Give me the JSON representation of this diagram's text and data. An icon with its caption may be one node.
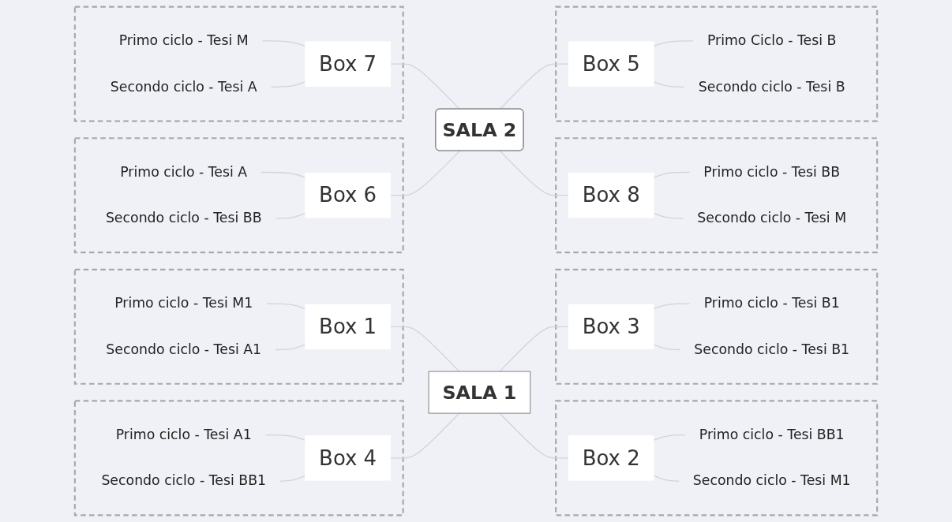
{
  "diagram": {
    "nodes": [
      {
        "text": [
          "SALA 1"
        ]
      },
      {
        "text": [],
        "shape": "box"
      },
      {
        "text": [
          "Box 1"
        ],
        "in": 1
      },
      {
        "text": [
          "Primo ciclo - Tesi M1"
        ],
        "in": 1
      },
      {
        "text": [
          "Secondo ciclo - Tesi A1"
        ],
        "in": 1
      },
      {
        "text": [],
        "shape": "box"
      },
      {
        "text": [
          "Box 2"
        ],
        "in": 5
      },
      {
        "text": [
          "Primo ciclo - Tesi BB1"
        ],
        "in": 5
      },
      {
        "text": [
          "Secondo ciclo - Tesi M1"
        ],
        "in": 5
      },
      {
        "text": [],
        "shape": "box"
      },
      {
        "text": [
          "Box 4"
        ],
        "in": 9
      },
      {
        "text": [
          "Primo ciclo - Tesi A1"
        ],
        "in": 9
      },
      {
        "text": [
          "Secondo ciclo - Tesi BB1"
        ],
        "in": 9
      },
      {
        "text": [],
        "shape": "box"
      },
      {
        "text": [
          "Box 3"
        ],
        "in": 13
      },
      {
        "text": [
          "Primo ciclo - Tesi B1"
        ],
        "in": 13
      },
      {
        "text": [
          "Secondo ciclo - Tesi B1"
        ],
        "in": 13
      },
      {
        "text": [
          "SALA 2"
        ]
      },
      {
        "text": [],
        "shape": "box"
      },
      {
        "text": [
          "Box 7"
        ],
        "in": 18
      },
      {
        "text": [
          "Primo ciclo - Tesi M"
        ],
        "in": 18
      },
      {
        "text": [
          "Secondo ciclo - Tesi A"
        ],
        "in": 18
      },
      {
        "text": [],
        "shape": "box"
      },
      {
        "text": [
          "Box 8"
        ],
        "in": 22
      },
      {
        "text": [
          "Primo ciclo - Tesi BB"
        ],
        "in": 22
      },
      {
        "text": [
          "Secondo ciclo - Tesi M"
        ],
        "in": 22
      },
      {
        "text": [],
        "shape": "box"
      },
      {
        "text": [
          "Box 6"
        ],
        "in": 26
      },
      {
        "text": [
          "Primo ciclo - Tesi A"
        ],
        "in": 26
      },
      {
        "text": [
          "Secondo ciclo - Tesi BB"
        ],
        "in": 26
      },
      {
        "text": [],
        "shape": "box"
      },
      {
        "text": [
          "Box 5"
        ],
        "in": 30
      },
      {
        "text": [
          "Primo Ciclo - Tesi B"
        ],
        "in": 30
      },
      {
        "text": [
          "Secondo ciclo - Tesi B"
        ],
        "in": 30
      }
    ],
    "edges": [
      {
        "from": 3,
        "to": 2,
        "arrow": "none"
      },
      {
        "from": 4,
        "to": 2,
        "arrow": "none"
      },
      {
        "from": 2,
        "to": 0,
        "arrow": "none"
      },
      {
        "from": 0,
        "to": 6,
        "arrow": "none"
      },
      {
        "from": 6,
        "to": 7,
        "arrow": "none"
      },
      {
        "from": 6,
        "to": 8,
        "arrow": "none"
      },
      {
        "from": 11,
        "to": 10,
        "arrow": "none"
      },
      {
        "from": 12,
        "to": 10,
        "arrow": "none"
      },
      {
        "from": 10,
        "to": 0,
        "arrow": "none"
      },
      {
        "from": 0,
        "to": 14,
        "arrow": "none"
      },
      {
        "from": 14,
        "to": 15,
        "arrow": "none"
      },
      {
        "from": 14,
        "to": 16,
        "arrow": "none"
      },
      {
        "from": 20,
        "to": 19,
        "arrow": "none"
      },
      {
        "from": 21,
        "to": 19,
        "arrow": "none"
      },
      {
        "from": 19,
        "to": 17,
        "arrow": "none"
      },
      {
        "from": 17,
        "to": 23,
        "arrow": "none"
      },
      {
        "from": 23,
        "to": 24,
        "arrow": "none"
      },
      {
        "from": 23,
        "to": 25,
        "arrow": "none"
      },
      {
        "from": 28,
        "to": 27,
        "arrow": "none"
      },
      {
        "from": 29,
        "to": 27,
        "arrow": "none"
      },
      {
        "from": 27,
        "to": 17,
        "arrow": "none"
      },
      {
        "from": 17,
        "to": 31,
        "arrow": "none"
      },
      {
        "from": 31,
        "to": 32,
        "arrow": "none"
      },
      {
        "from": 31,
        "to": 33,
        "arrow": "none"
      }
    ]
  }
}
